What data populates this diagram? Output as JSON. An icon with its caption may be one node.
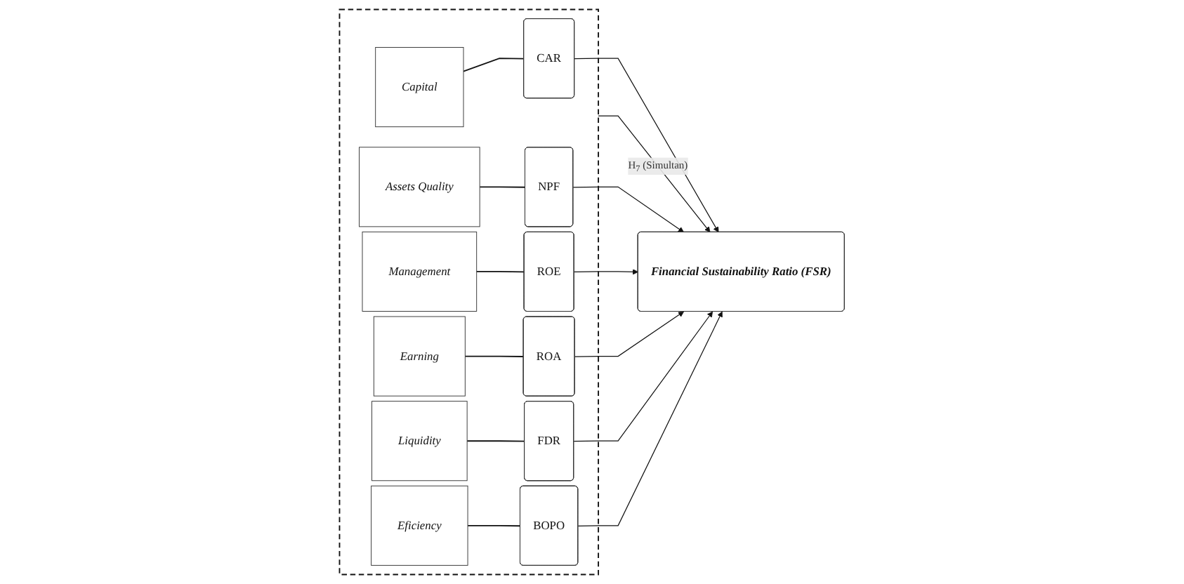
{
  "diagram": {
    "nodes": [
      {
        "text": [],
        "shape": "box"
      },
      {
        "text": [
          "Capital"
        ],
        "in": 0
      },
      {
        "text": [
          "Assets Quality"
        ],
        "in": 0
      },
      {
        "text": [
          "Management"
        ],
        "in": 0
      },
      {
        "text": [
          "Earning"
        ],
        "in": 0
      },
      {
        "text": [
          "Liquidity"
        ],
        "in": 0
      },
      {
        "text": [
          "Eficiency"
        ],
        "in": 0
      },
      {
        "text": [
          "CAR"
        ],
        "in": 0
      },
      {
        "text": [
          "NPF"
        ],
        "in": 0
      },
      {
        "text": [
          "ROE"
        ],
        "in": 0
      },
      {
        "text": [
          "ROA"
        ],
        "in": 0
      },
      {
        "text": [
          "FDR"
        ],
        "in": 0
      },
      {
        "text": [
          "BOPO"
        ],
        "in": 0
      },
      {
        "text": [
          "Financial Sustainability Ratio (FSR)"
        ]
      }
    ],
    "edges": [
      {
        "from": 1,
        "to": 7,
        "arrow": "none"
      },
      {
        "from": 2,
        "to": 8,
        "arrow": "none"
      },
      {
        "from": 3,
        "to": 9,
        "arrow": "none"
      },
      {
        "from": 4,
        "to": 10,
        "arrow": "none"
      },
      {
        "from": 5,
        "to": 11,
        "arrow": "none"
      },
      {
        "from": 6,
        "to": 12,
        "arrow": "none"
      },
      {
        "from": 7,
        "to": 13,
        "arrow": "to"
      },
      {
        "from": 8,
        "to": 13,
        "arrow": "to"
      },
      {
        "from": 9,
        "to": 13,
        "arrow": "to"
      },
      {
        "from": 10,
        "to": 13,
        "arrow": "to"
      },
      {
        "from": 11,
        "to": 13,
        "arrow": "to"
      },
      {
        "from": 12,
        "to": 13,
        "arrow": "to"
      },
      {
        "from": 0,
        "to": 13,
        "label": "H$_{7}$ (Simultan)",
        "arrow": "to"
      }
    ]
  }
}
